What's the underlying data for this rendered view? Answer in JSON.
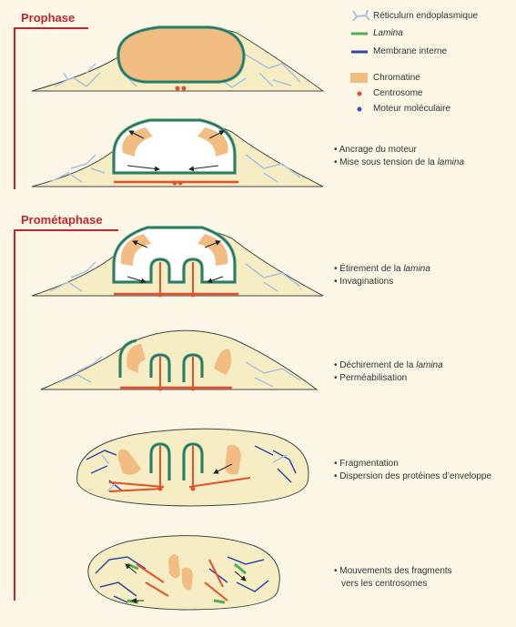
{
  "phases": {
    "prophase": "Prophase",
    "prometaphase": "Prométaphase"
  },
  "legend": {
    "reticulum": "Réticulum endoplasmique",
    "lamina": "Lamina",
    "membrane": "Membrane interne",
    "chromatin": "Chromatine",
    "centrosome": "Centrosome",
    "motor": "Moteur moléculaire"
  },
  "notes": {
    "stage2": [
      "• Ancrage du moteur",
      "• Mise sous tension de la",
      "lamina"
    ],
    "stage3": [
      "• Étirement de la",
      "lamina",
      "• Invaginations"
    ],
    "stage4": [
      "• Déchirement de la",
      "lamina",
      "•  Perméabilisation"
    ],
    "stage5": [
      "• Fragmentation",
      "• Dispersion des protéines d’enveloppe"
    ],
    "stage6": [
      "• Mouvements des fragments",
      "vers les centrosomes"
    ]
  },
  "colors": {
    "accent": "#c0262d",
    "cytoplasm": "#f7edc4",
    "chromatin": "#f2bd82",
    "reticulum": "#a9c2de",
    "lamina": "#4caf50",
    "membrane": "#2c4aa8",
    "centrosome": "#e4502a",
    "motor": "#3a4fa8"
  }
}
